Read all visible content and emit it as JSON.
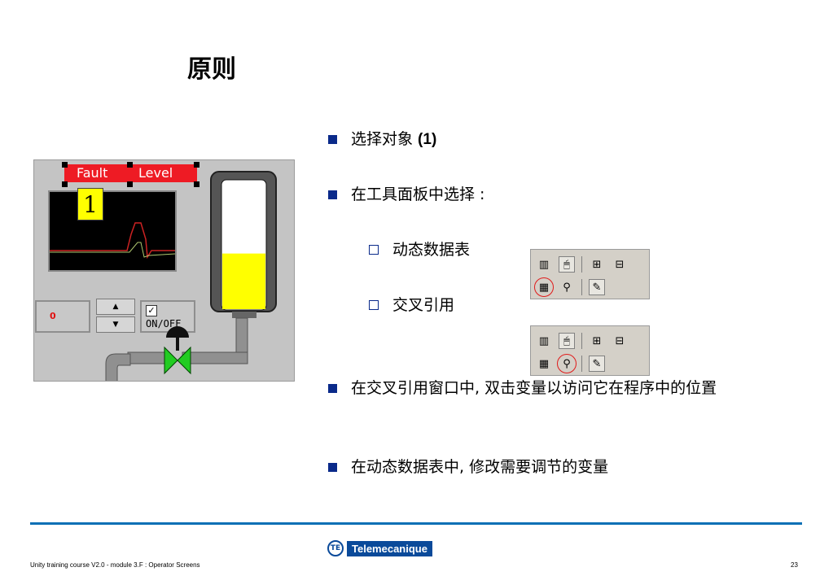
{
  "title": "原则",
  "bullets": {
    "b1_text": "选择对象 ",
    "b1_bold": "(1)",
    "b2": "在工具面板中选择 :",
    "sub1": "动态数据表",
    "sub2": "交叉引用",
    "b3": "在交叉引用窗口中, 双击变量以访问它在程序中的位置",
    "b4": "在动态数据表中, 修改需要调节的变量"
  },
  "hmi": {
    "label_fault": "Fault",
    "label_level": "Level",
    "marker": "1",
    "numeric_value": "0",
    "onoff_label": "ON/OFF",
    "tank_level_fraction": 0.43,
    "colors": {
      "alarm": "#ee1b24",
      "liquid": "#ffff00",
      "valve": "#22cc22"
    }
  },
  "footer": {
    "left": "Unity training course V2.0 - module 3.F : Operator Screens",
    "page": "23",
    "logo_text": "Telemecanique"
  }
}
